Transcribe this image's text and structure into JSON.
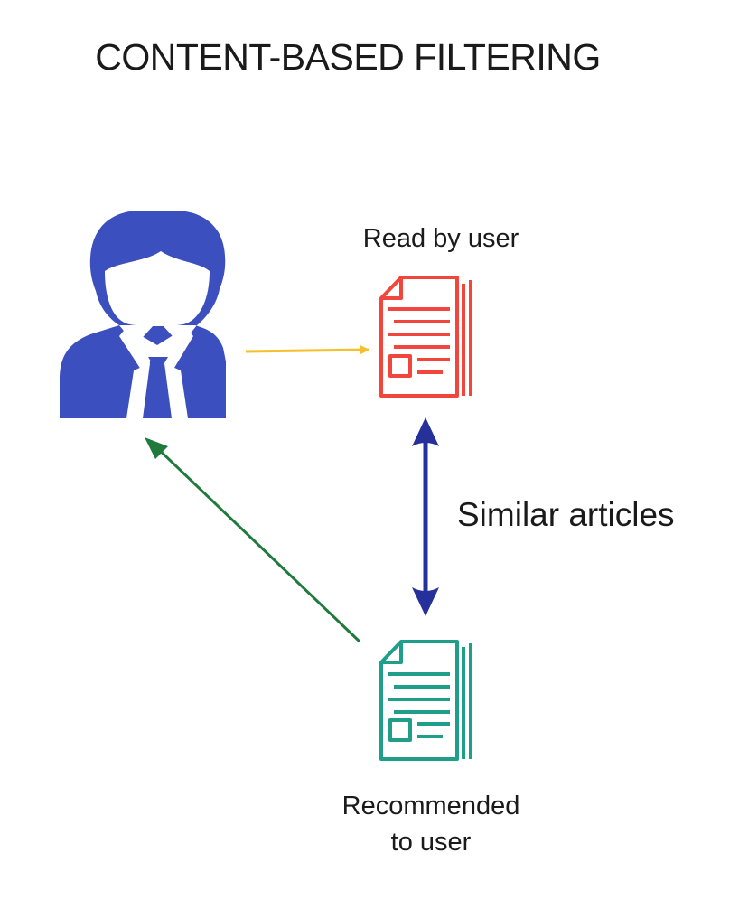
{
  "diagram": {
    "title": "CONTENT-BASED FILTERING",
    "read_label": "Read by user",
    "similar_label": "Similar articles",
    "recommended_label_line1": "Recommended",
    "recommended_label_line2": "to user"
  },
  "nodes": {
    "user": {
      "icon": "user-icon"
    },
    "read_doc": {
      "icon": "document-icon"
    },
    "recommended_doc": {
      "icon": "document-icon"
    }
  },
  "edges": [
    {
      "from": "user",
      "to": "read_doc",
      "color": "#f5c02a",
      "direction": "forward"
    },
    {
      "from": "read_doc",
      "to": "recommended_doc",
      "color": "#26309a",
      "direction": "both"
    },
    {
      "from": "recommended_doc",
      "to": "user",
      "color": "#1f7a3c",
      "direction": "forward"
    }
  ],
  "colors": {
    "user": "#3c4fbf",
    "read_doc": "#f2463c",
    "recommended_doc": "#1f9f8a",
    "text": "#1a1a1a"
  }
}
